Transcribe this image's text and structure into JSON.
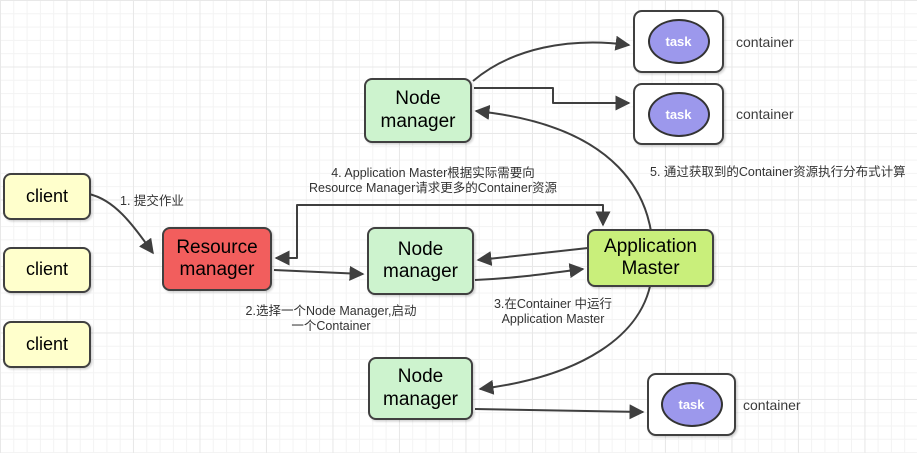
{
  "colors": {
    "grid_minor": "#f3f3f3",
    "grid_major": "#e8e8e8",
    "client_fill": "#FFFFCC",
    "rm_fill": "#F25E5D",
    "nm_fill": "#CDF3CE",
    "am_fill": "#C9EF7B",
    "task_fill": "#9C98EC",
    "box_border": "#404040",
    "line": "#3F3F3F",
    "ann_text": "#333333",
    "label_text": "#3C3C3C"
  },
  "nodes": {
    "client_label": "client",
    "resource_manager_label": "Resource manager",
    "node_manager_label": "Node manager",
    "application_master_label": "Application Master",
    "task_label": "task",
    "container_label": "container"
  },
  "annotations": {
    "step1": "1. 提交作业",
    "step2_line1": "2.选择一个Node Manager,启动",
    "step2_line2": "一个Container",
    "step3_line1": "3.在Container 中运行",
    "step3_line2": "Application Master",
    "step4_line1": "4. Application Master根据实际需要向",
    "step4_line2": "Resource Manager请求更多的Container资源",
    "step5": "5. 通过获取到的Container资源执行分布式计算"
  },
  "edges": [
    {
      "from": "client-1",
      "to": "resource-manager",
      "label": "1. 提交作业"
    },
    {
      "from": "resource-manager",
      "to": "node-manager-middle",
      "label": "2.选择一个Node Manager,启动一个Container"
    },
    {
      "from": "node-manager-middle",
      "to": "application-master",
      "label": "3.在Container 中运行 Application Master"
    },
    {
      "from": "application-master",
      "to": "node-manager-middle",
      "label": ""
    },
    {
      "from": "application-master",
      "to": "resource-manager",
      "label": "4. Application Master根据实际需要向Resource Manager请求更多的Container资源"
    },
    {
      "from": "node-manager-top",
      "to": "node-manager-bottom",
      "label": "5. 通过获取到的Container资源执行分布式计算",
      "style": "arc-both-heads"
    },
    {
      "from": "node-manager-top",
      "to": "container-1",
      "label": ""
    },
    {
      "from": "node-manager-top",
      "to": "container-2",
      "label": ""
    },
    {
      "from": "node-manager-bottom",
      "to": "container-3",
      "label": ""
    }
  ]
}
